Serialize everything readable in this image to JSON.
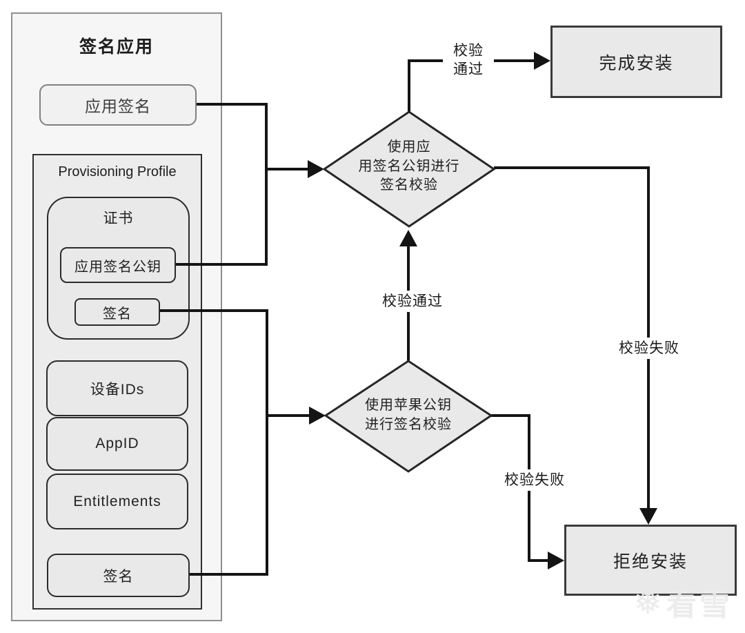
{
  "panel": {
    "title": "签名应用",
    "app_signature": "应用签名",
    "provisioning_profile": {
      "title": "Provisioning Profile",
      "certificate": {
        "title": "证书",
        "public_key": "应用签名公钥",
        "signature": "签名"
      },
      "device_ids": "设备IDs",
      "app_id": "AppID",
      "entitlements": "Entitlements",
      "signature": "签名"
    }
  },
  "decisions": {
    "app_key_check": "使用应\n用签名公钥进行\n签名校验",
    "apple_key_check": "使用苹果公钥\n进行签名校验"
  },
  "outcomes": {
    "install_done": "完成安装",
    "install_reject": "拒绝安装"
  },
  "edge_labels": {
    "pass_top": "校验\n通过",
    "pass_middle": "校验通过",
    "fail_right": "校验失败",
    "fail_bottom": "校验失败"
  },
  "watermark": {
    "icon": "snowflake-icon",
    "text": "看雪"
  },
  "colors": {
    "node_fill": "#e9e9e9",
    "panel_fill": "#f5f6f5",
    "line": "#141414",
    "border_dark": "#2b2b2b",
    "border_gray": "#8f8f8f"
  }
}
